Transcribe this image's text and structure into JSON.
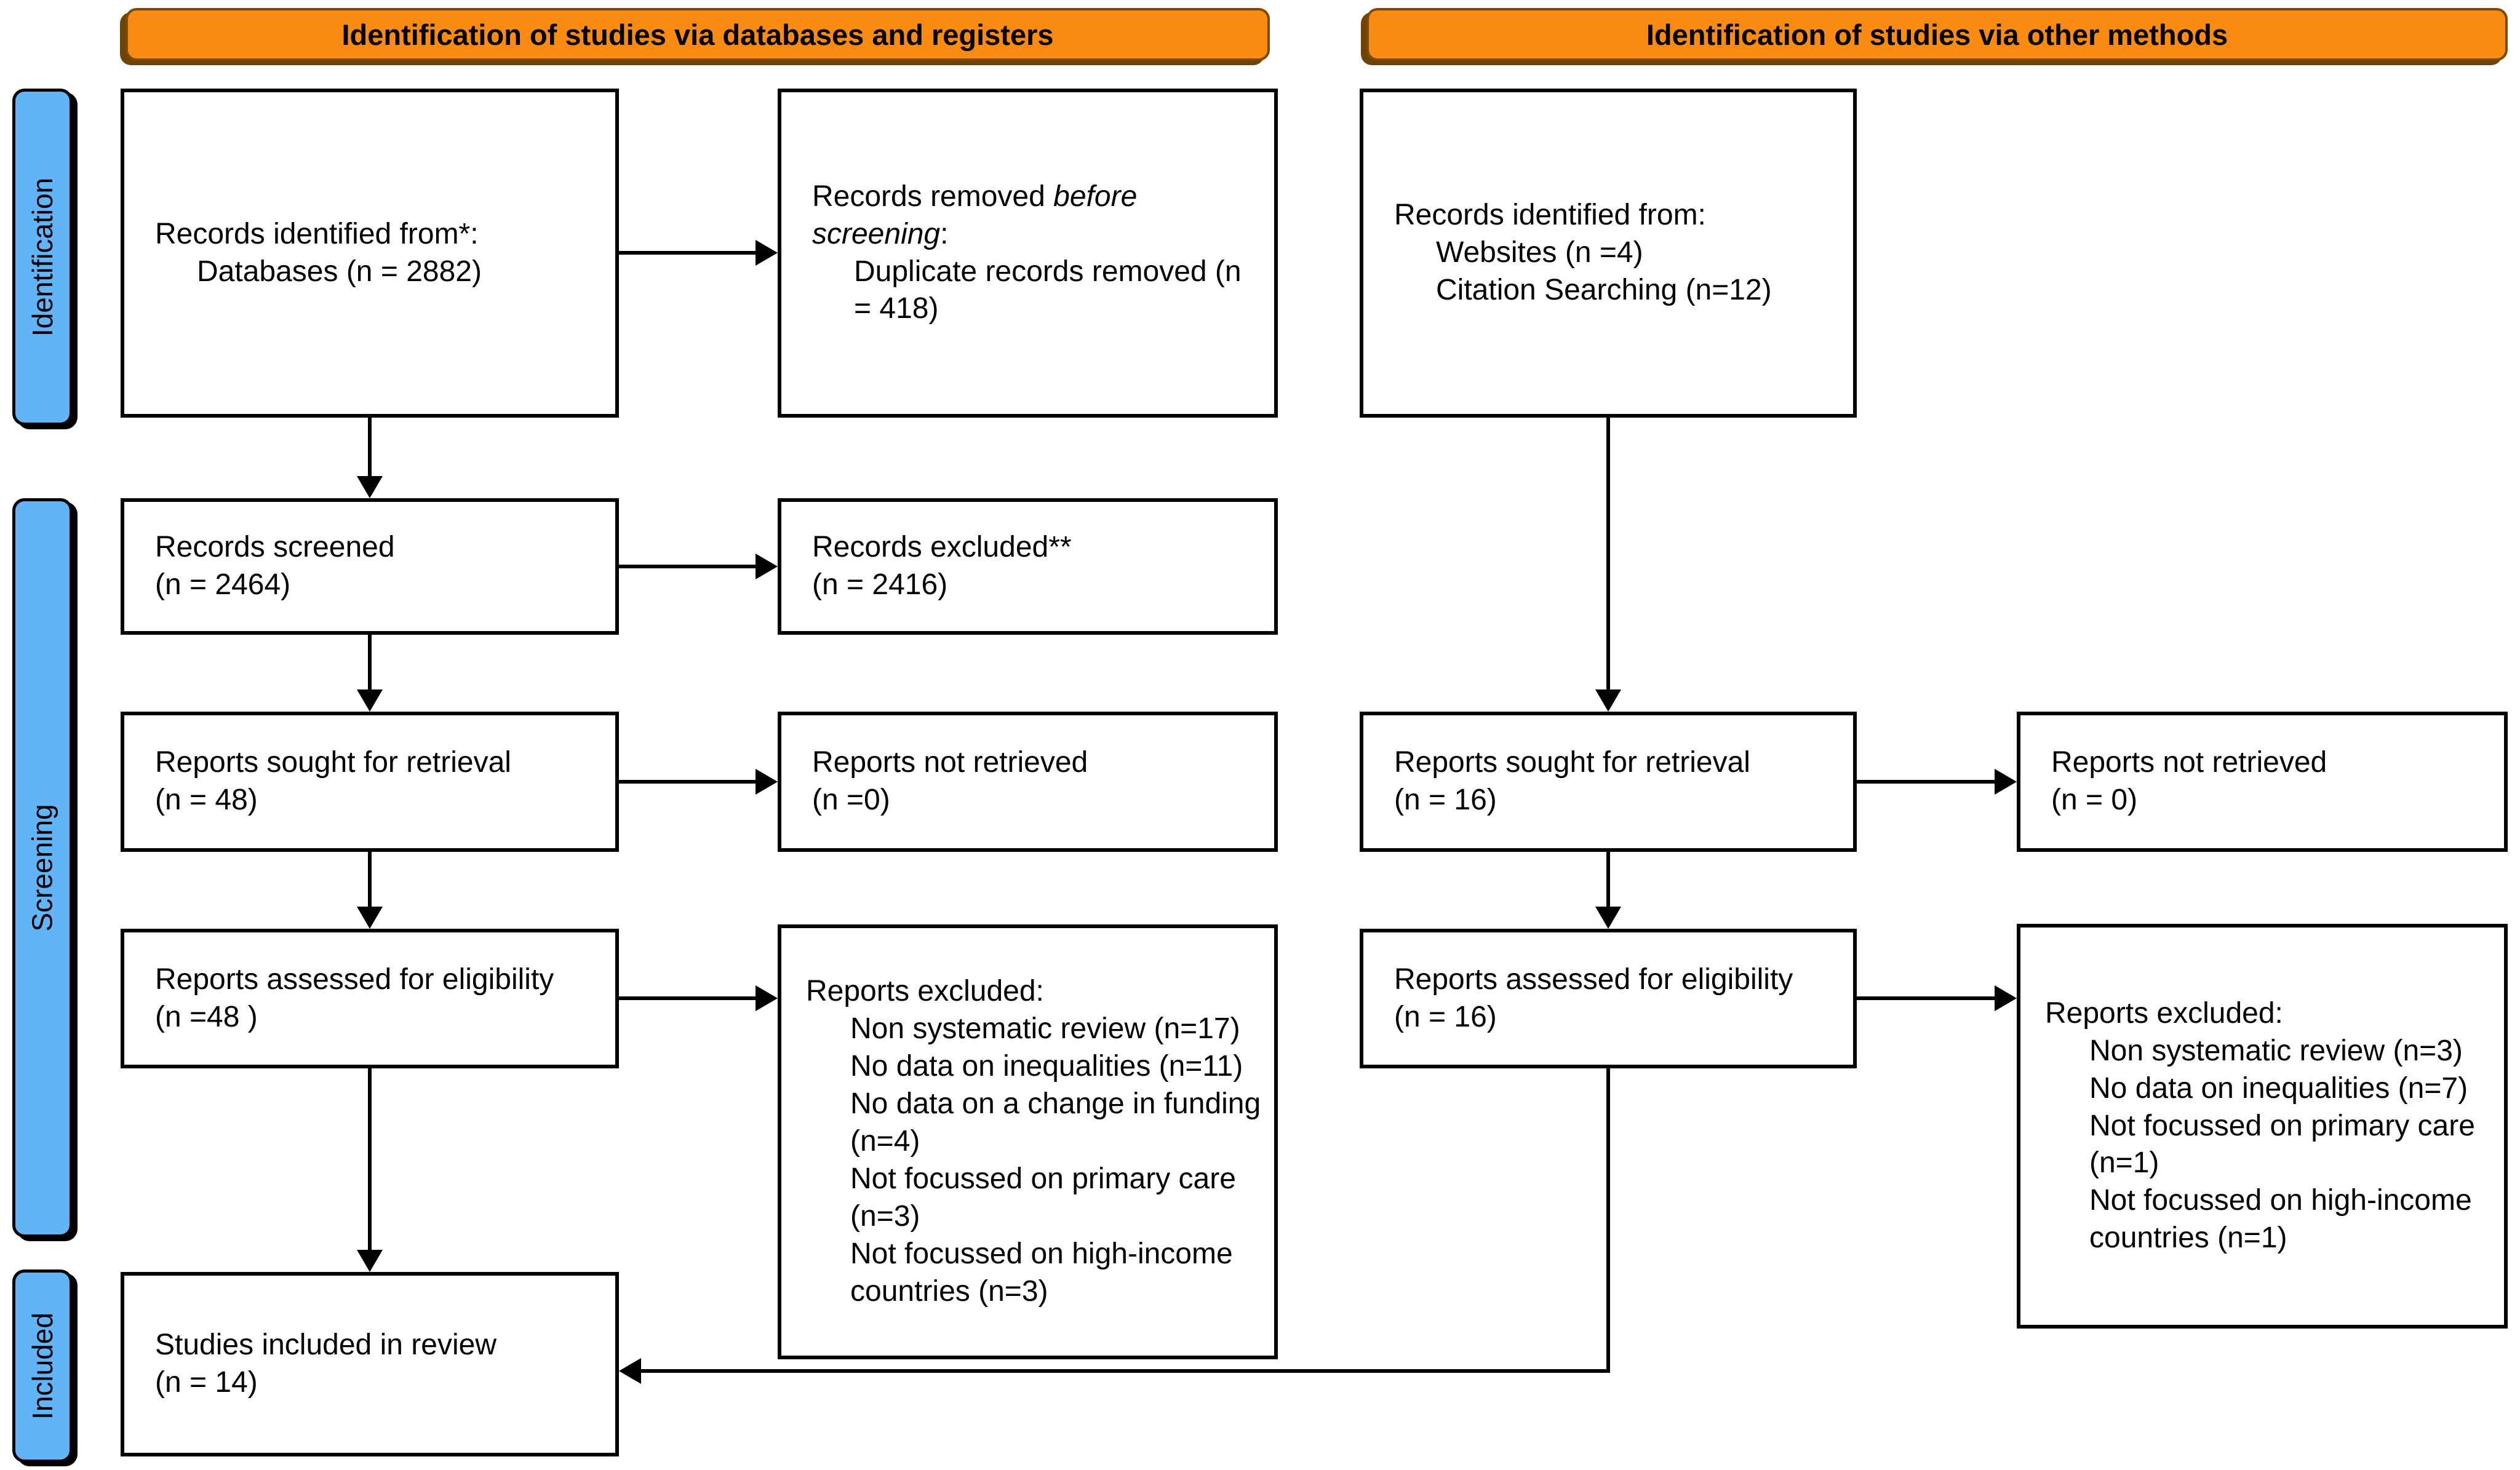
{
  "headers": {
    "left": "Identification of studies via databases and registers",
    "right": "Identification of studies via other methods"
  },
  "sidebar": {
    "identification": "Identification",
    "screening": "Screening",
    "included": "Included"
  },
  "colors": {
    "header_fill": "#F98B12",
    "header_border": "#7A4A06",
    "sidebar_fill": "#60B4F7",
    "box_border": "#000000",
    "arrow": "#000000"
  },
  "boxes": {
    "records_identified_db": {
      "title": "Records identified from*:",
      "items": [
        "Databases (n = 2882)"
      ]
    },
    "records_removed": {
      "pre_italic": "Records removed ",
      "italic": "before screening",
      "post_italic": ":",
      "items": [
        "Duplicate records removed (n = 418)"
      ]
    },
    "records_identified_other": {
      "title": "Records identified from:",
      "items": [
        "Websites (n =4)",
        "Citation Searching (n=12)"
      ]
    },
    "records_screened": {
      "lines": [
        "Records screened",
        "(n = 2464)"
      ]
    },
    "records_excluded": {
      "lines": [
        "Records excluded**",
        "(n = 2416)"
      ]
    },
    "reports_sought_db": {
      "lines": [
        "Reports sought for retrieval",
        "(n = 48)"
      ]
    },
    "reports_not_retrieved_db": {
      "lines": [
        "Reports not retrieved",
        "(n =0)"
      ]
    },
    "reports_sought_other": {
      "lines": [
        "Reports sought for retrieval",
        "(n = 16)"
      ]
    },
    "reports_not_retrieved_other": {
      "lines": [
        "Reports not retrieved",
        "(n = 0)"
      ]
    },
    "reports_assessed_db": {
      "lines": [
        "Reports assessed for eligibility",
        "(n =48 )"
      ]
    },
    "reports_excluded_db": {
      "title": "Reports excluded:",
      "items": [
        "Non systematic review (n=17)",
        "No data on inequalities (n=11)",
        "No data on a change in funding (n=4)",
        "Not focussed on primary care (n=3)",
        "Not focussed on high-income countries (n=3)"
      ]
    },
    "reports_assessed_other": {
      "lines": [
        "Reports assessed for eligibility",
        "(n = 16)"
      ]
    },
    "reports_excluded_other": {
      "title": "Reports excluded:",
      "items": [
        "Non systematic review (n=3)",
        "No data on inequalities (n=7)",
        "Not focussed on primary care (n=1)",
        "Not focussed on high-income countries (n=1)"
      ]
    },
    "studies_included": {
      "lines": [
        "Studies included in review",
        "(n = 14)"
      ]
    }
  }
}
